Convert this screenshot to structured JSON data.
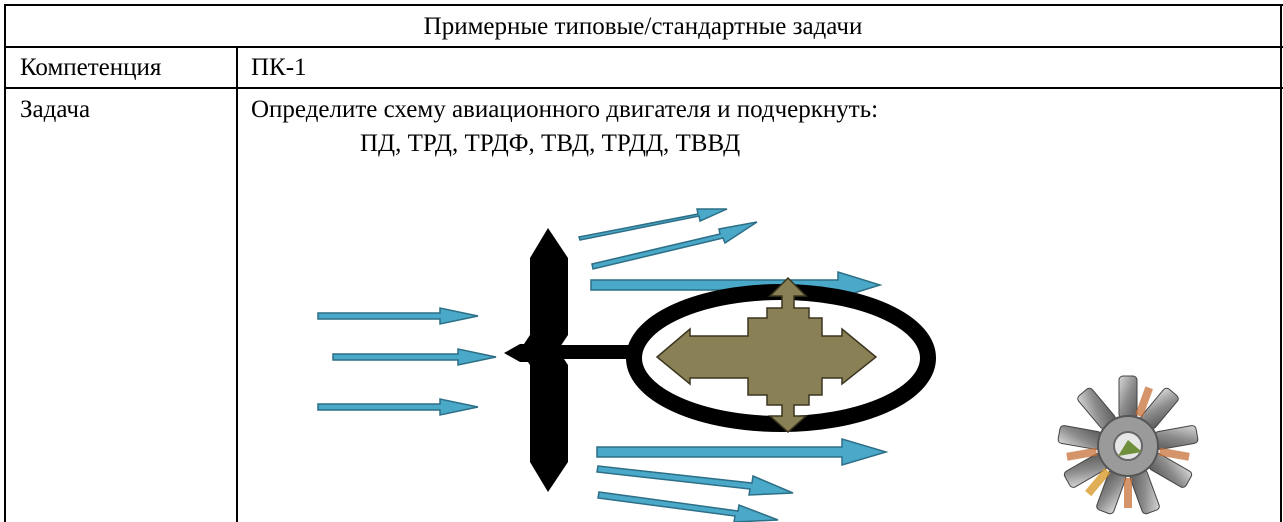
{
  "table": {
    "title": "Примерные  типовые/стандартные задачи",
    "rows": [
      {
        "label": "Компетенция",
        "value": "ПК-1"
      },
      {
        "label": "Задача",
        "value": "Определите схему авиационного двигателя и подчеркнуть:",
        "options": "ПД, ТРД, ТРДФ, ТВД, ТРДД, ТВВД"
      }
    ]
  },
  "diagram": {
    "colors": {
      "arrow_fill": "#4aa8c9",
      "arrow_stroke": "#2d6f86",
      "propeller": "#000000",
      "engine_cross": "#8a8055",
      "engine_cross_stroke": "#3b3520"
    },
    "icon": "radial-engine-photo"
  }
}
